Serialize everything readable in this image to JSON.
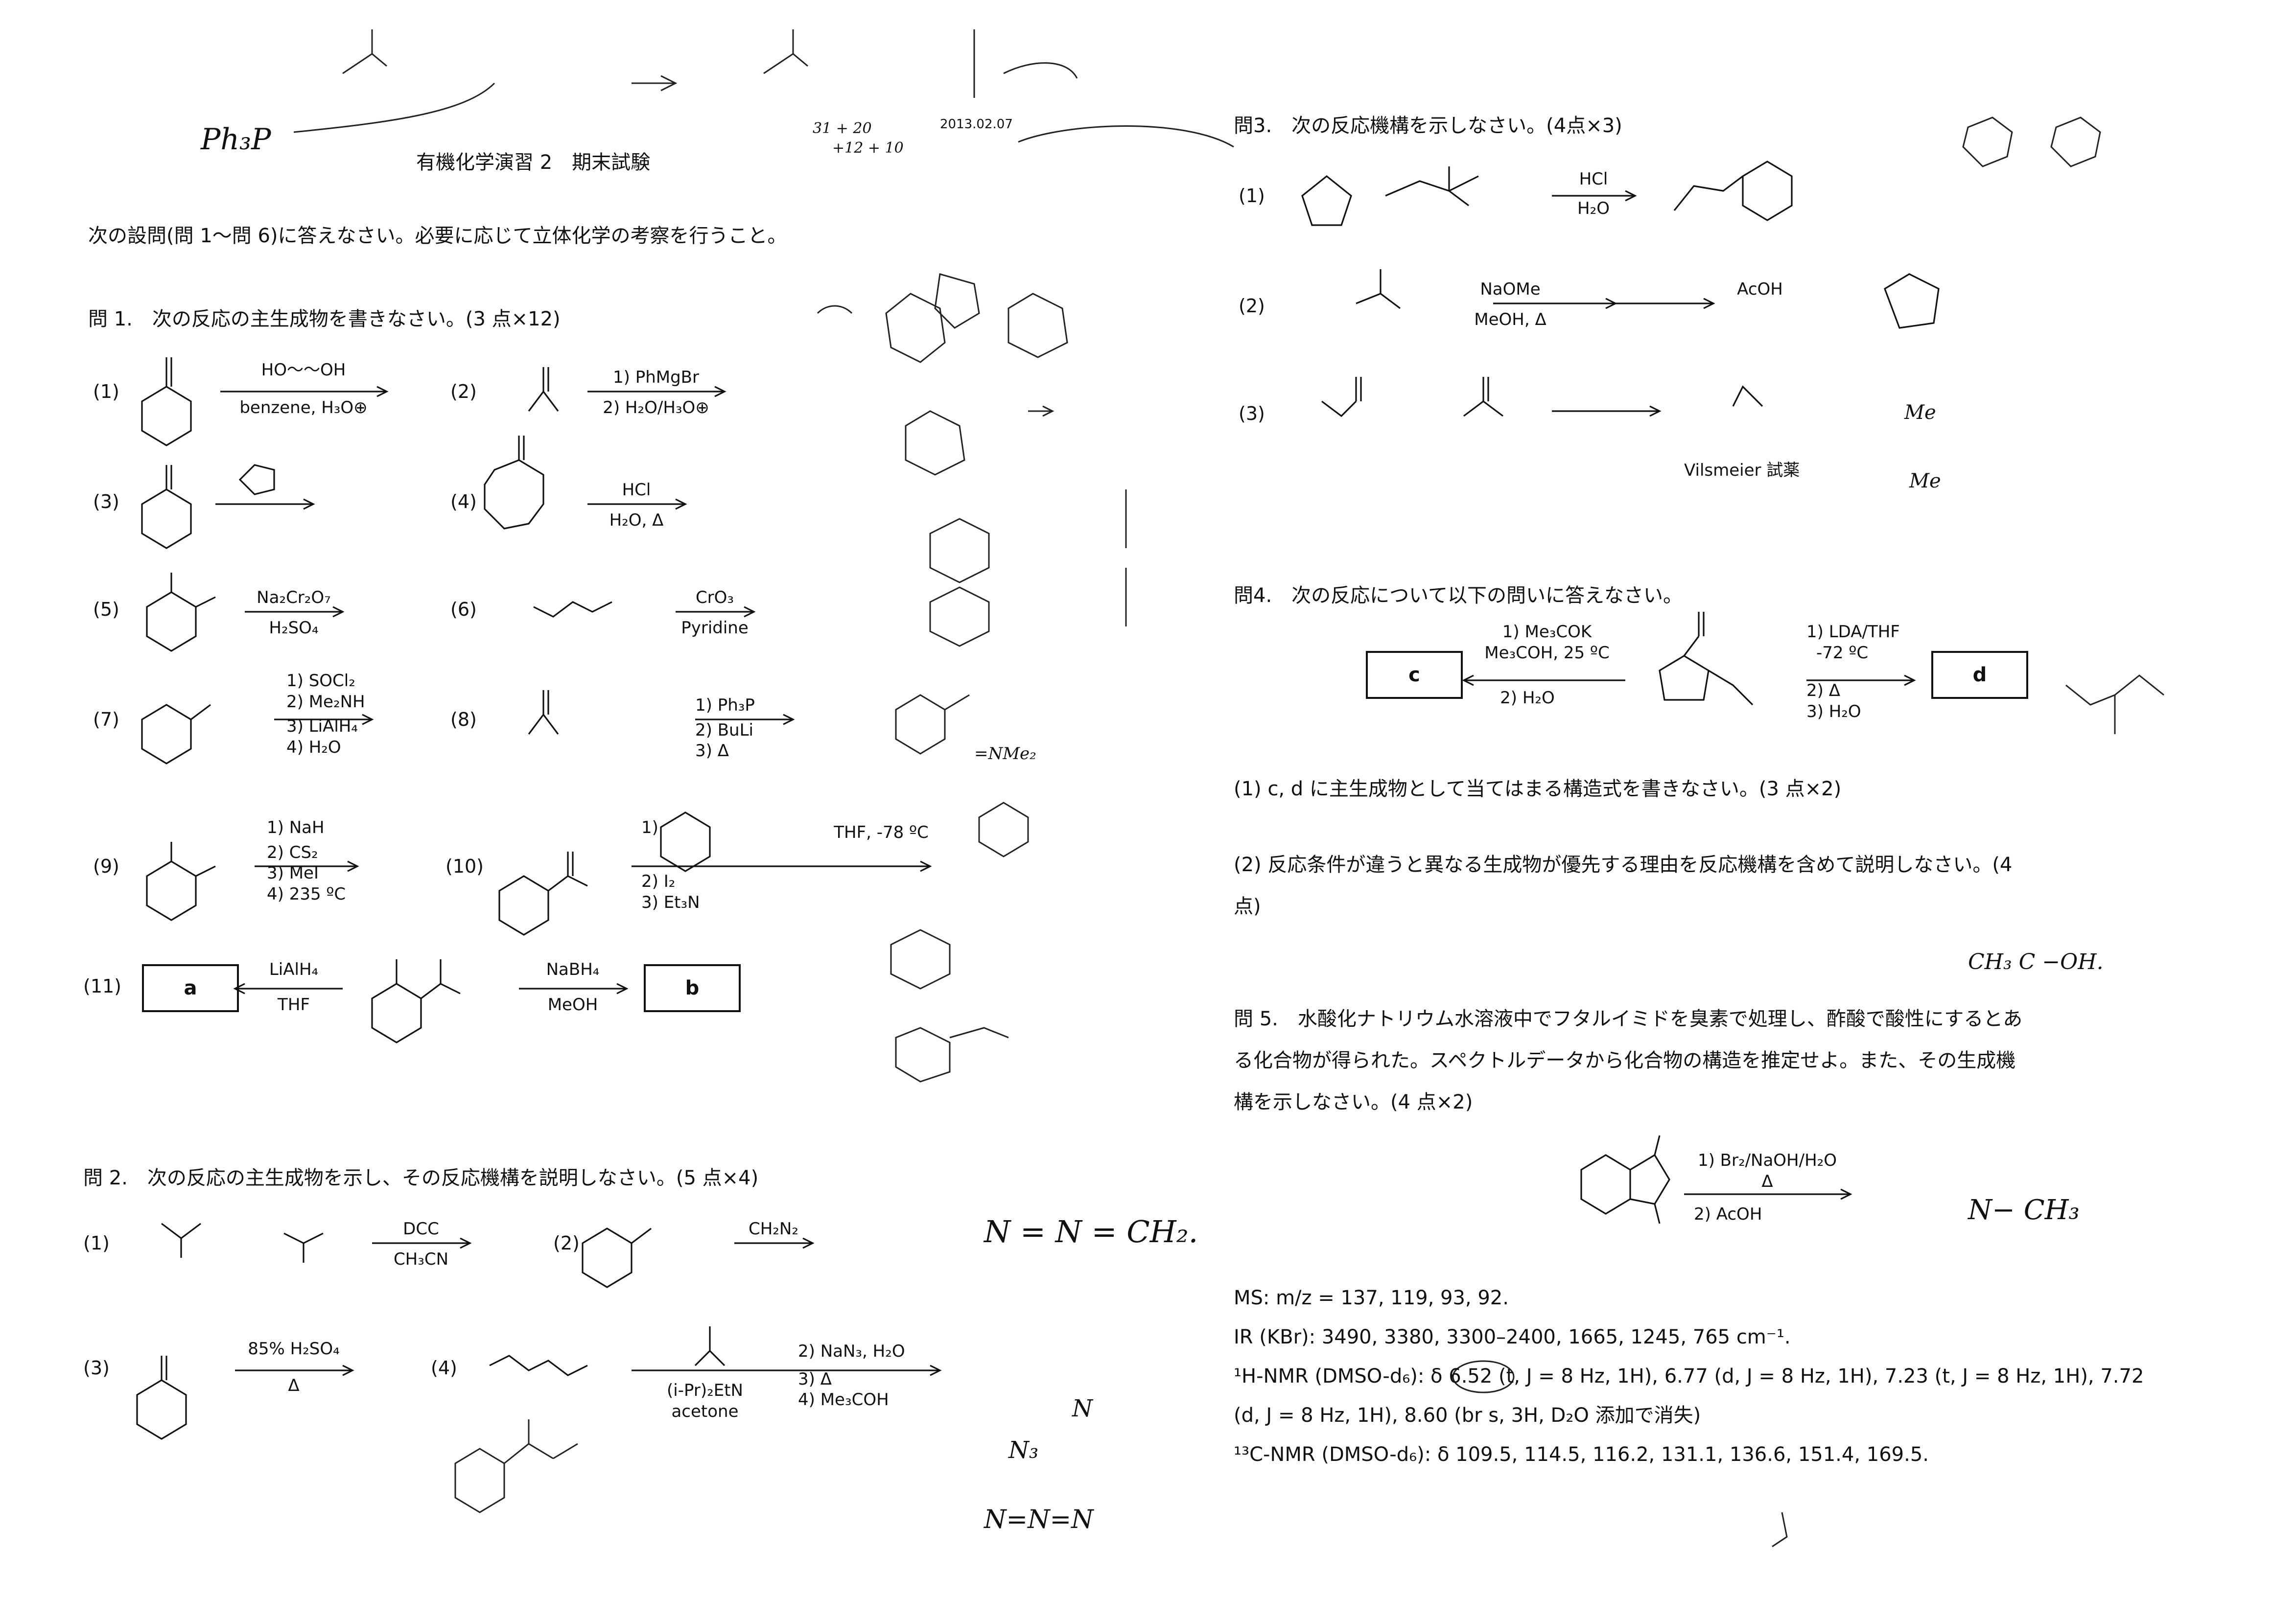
{
  "header": {
    "title": "有機化学演習 2　期末試験",
    "date": "2013.02.07",
    "instructions": "次の設問(問 1～問 6)に答えなさい。必要に応じて立体化学の考察を行うこと。"
  },
  "q1": {
    "heading": "問 1.　次の反応の主生成物を書きなさい。(3 点×12)",
    "items": [
      {
        "no": "(1)",
        "cond_top": "HO〜〜OH",
        "cond_bottom": "benzene, H₃O⊕"
      },
      {
        "no": "(2)",
        "cond_top": "1) PhMgBr",
        "cond_bottom": "2) H₂O/H₃O⊕"
      },
      {
        "no": "(3)"
      },
      {
        "no": "(4)",
        "cond_top": "HCl",
        "cond_bottom": "H₂O, Δ"
      },
      {
        "no": "(5)",
        "cond_top": "Na₂Cr₂O₇",
        "cond_bottom": "H₂SO₄"
      },
      {
        "no": "(6)",
        "cond_top": "CrO₃",
        "cond_bottom": "Pyridine"
      },
      {
        "no": "(7)",
        "cond_lines": [
          "1) SOCl₂",
          "2) Me₂NH",
          "3) LiAlH₄",
          "4) H₂O"
        ]
      },
      {
        "no": "(8)",
        "cond_lines": [
          "1) Ph₃P",
          "2) BuLi",
          "3) Δ"
        ]
      },
      {
        "no": "(9)",
        "cond_lines": [
          "1) NaH",
          "2) CS₂",
          "3) MeI",
          "4) 235 ºC"
        ]
      },
      {
        "no": "(10)",
        "cond_lines": [
          "1)",
          "2) I₂",
          "3) Et₃N"
        ],
        "cond_extra": "THF, -78 ºC"
      },
      {
        "no": "(11)",
        "left_top": "LiAlH₄",
        "left_bottom": "THF",
        "right_top": "NaBH₄",
        "right_bottom": "MeOH",
        "box_a": "a",
        "box_b": "b"
      }
    ]
  },
  "q2": {
    "heading": "問 2.　次の反応の主生成物を示し、その反応機構を説明しなさい。(5 点×4)",
    "items": [
      {
        "no": "(1)",
        "cond_top": "DCC",
        "cond_bottom": "CH₃CN"
      },
      {
        "no": "(2)",
        "cond_top": "CH₂N₂"
      },
      {
        "no": "(3)",
        "cond_top": "85% H₂SO₄",
        "cond_bottom": "Δ"
      },
      {
        "no": "(4)",
        "cond_lines": [
          "(i-Pr)₂EtN",
          "acetone"
        ],
        "cond_right": [
          "2) NaN₃, H₂O",
          "3) Δ",
          "4) Me₃COH"
        ]
      }
    ]
  },
  "q3": {
    "heading": "問3.　次の反応機構を示しなさい。(4点×3)",
    "items": [
      {
        "no": "(1)",
        "cond_top": "HCl",
        "cond_bottom": "H₂O"
      },
      {
        "no": "(2)",
        "cond_top": "NaOMe",
        "cond_bottom": "MeOH, Δ",
        "cond2": "AcOH"
      },
      {
        "no": "(3)",
        "product_label": "Vilsmeier 試薬"
      }
    ]
  },
  "q4": {
    "heading": "問4.　次の反応について以下の問いに答えなさい。",
    "left_cond": [
      "1) Me₃COK",
      "Me₃COH, 25 ºC",
      "2) H₂O"
    ],
    "right_cond": [
      "1) LDA/THF",
      "-72 ºC",
      "2) Δ",
      "3) H₂O"
    ],
    "box_c": "c",
    "box_d": "d",
    "sub1": "(1) c, d に主生成物として当てはまる構造式を書きなさい。(3 点×2)",
    "sub2a": "(2) 反応条件が違うと異なる生成物が優先する理由を反応機構を含めて説明しなさい。(4",
    "sub2b": "点)"
  },
  "q5": {
    "heading_lines": [
      "問 5.　水酸化ナトリウム水溶液中でフタルイミドを臭素で処理し、酢酸で酸性にするとあ",
      "る化合物が得られた。スペクトルデータから化合物の構造を推定せよ。また、その生成機",
      "構を示しなさい。(4 点×2)"
    ],
    "cond_top": [
      "1) Br₂/NaOH/H₂O",
      "Δ"
    ],
    "cond_bottom": "2) AcOH",
    "ms": "MS: m/z = 137, 119, 93, 92.",
    "ir": "IR (KBr): 3490, 3380, 3300–2400, 1665, 1245, 765 cm⁻¹.",
    "hnmr_1": "¹H-NMR (DMSO-d₆): δ 6.52 (t, J = 8 Hz, 1H), 6.77 (d, J = 8 Hz, 1H), 7.23 (t, J = 8 Hz, 1H), 7.72",
    "hnmr_2": "(d, J = 8 Hz, 1H), 8.60 (br s, 3H, D₂O 添加で消失)",
    "cnmr": "¹³C-NMR (DMSO-d₆): δ 109.5, 114.5, 116.2, 131.1, 136.6, 151.4, 169.5."
  },
  "handwriting": {
    "ph3p": "Ph₃P",
    "scores": "31 + 20",
    "scores2": "+12 + 10",
    "diazo": "N = N = CH₂.",
    "n_methyl": "N− CH₃",
    "acetic": "CH₃ C −OH.",
    "n1": "N",
    "n3": "N₃",
    "azide": "N=N=N",
    "nme2": "=NMe₂",
    "dmf_me1": "Me",
    "dmf_me2": "Me"
  }
}
